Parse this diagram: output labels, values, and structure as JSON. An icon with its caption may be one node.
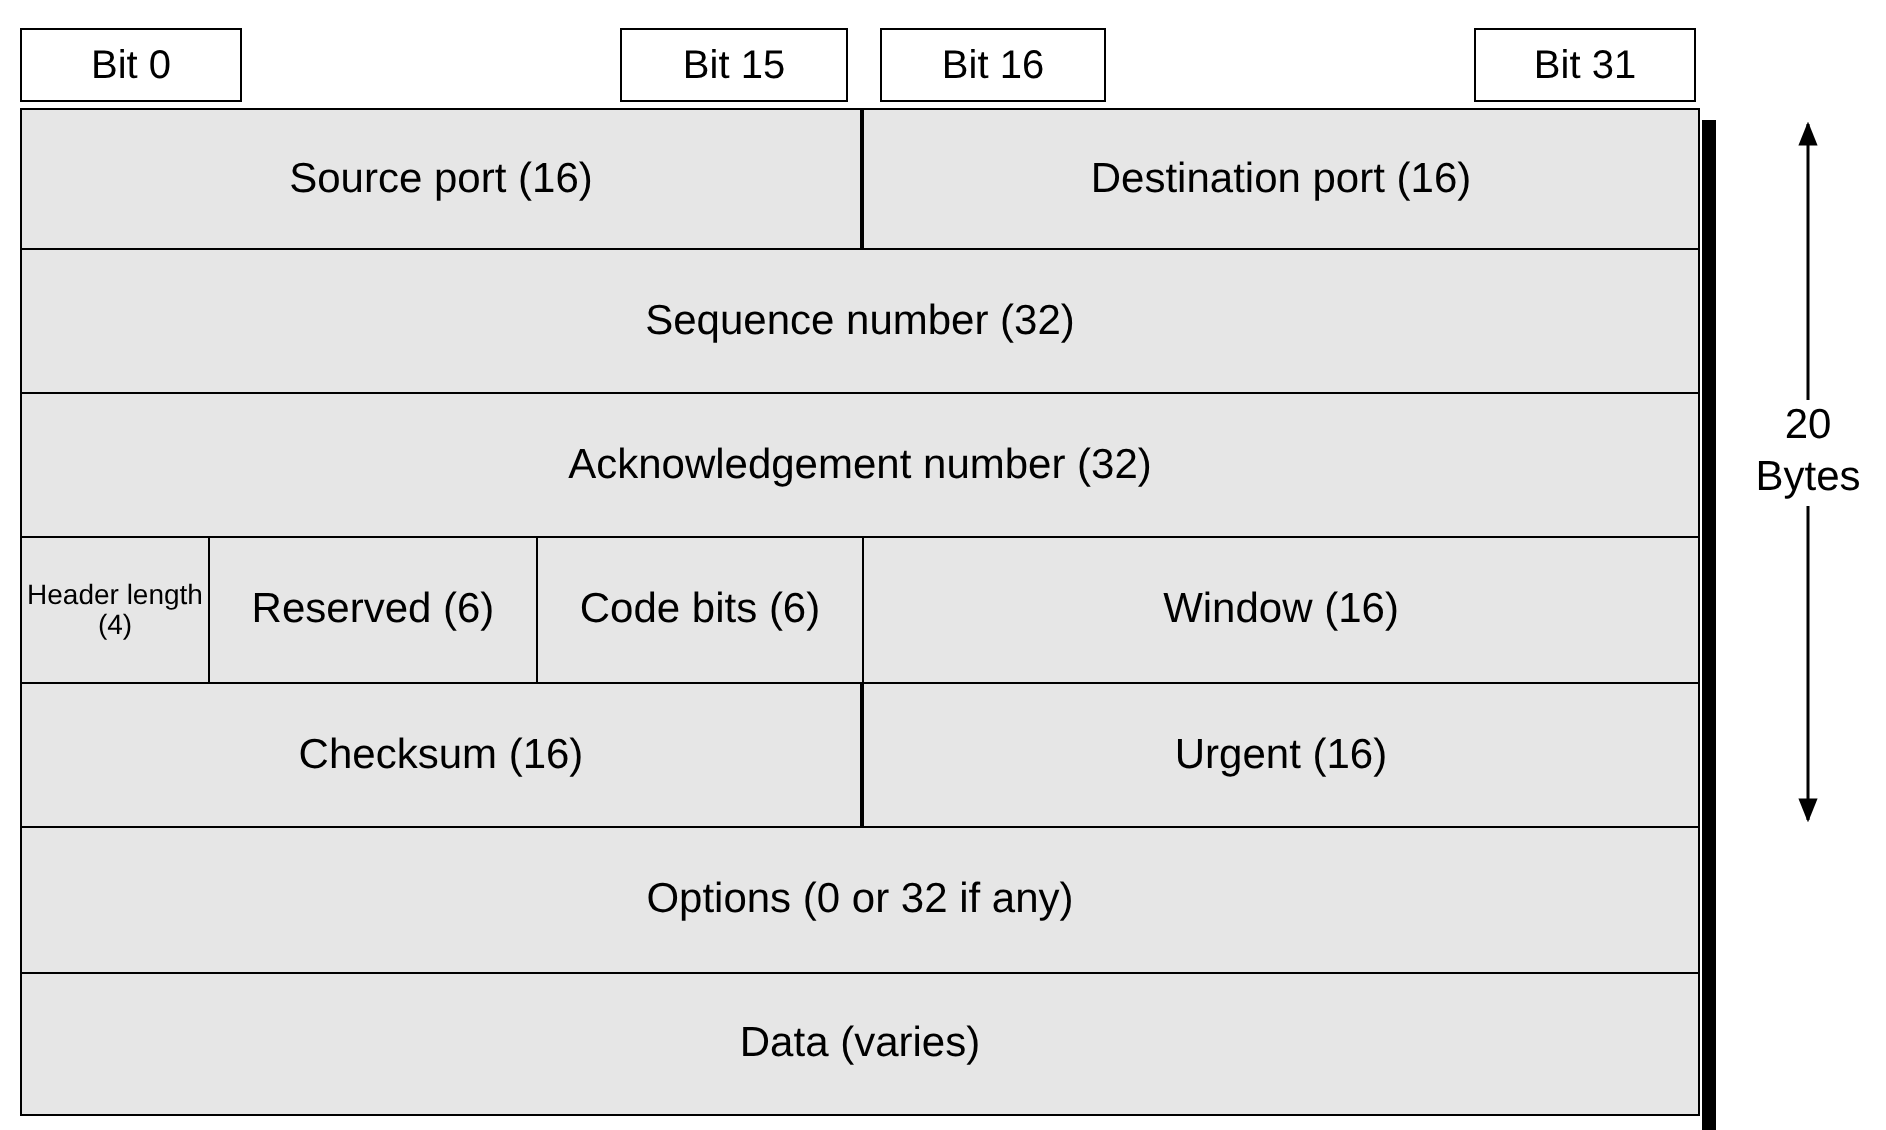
{
  "diagram": {
    "nodes": [
      {
        "text": [
          "Bit 0"
        ]
      },
      {
        "text": [
          "Bit 15"
        ]
      },
      {
        "text": [
          "Bit 16"
        ]
      },
      {
        "text": [
          "Bit 31"
        ]
      },
      {
        "text": [
          "Source port (16)"
        ]
      },
      {
        "text": [
          "Destination port (16)"
        ]
      },
      {
        "text": [
          "Sequence number (32)"
        ]
      },
      {
        "text": [
          "Acknowledgement number (32)"
        ]
      },
      {
        "text": [
          "Header length (4)"
        ]
      },
      {
        "text": [
          "Reserved (6)"
        ]
      },
      {
        "text": [
          "Code bits (6)"
        ]
      },
      {
        "text": [
          "Window (16)"
        ]
      },
      {
        "text": [
          "Checksum (16)"
        ]
      },
      {
        "text": [
          "Urgent (16)"
        ]
      },
      {
        "text": [
          "Options (0 or 32 if any)"
        ]
      },
      {
        "text": [
          "Data (varies)"
        ]
      }
    ],
    "labels": [
      "20 Bytes"
    ]
  }
}
